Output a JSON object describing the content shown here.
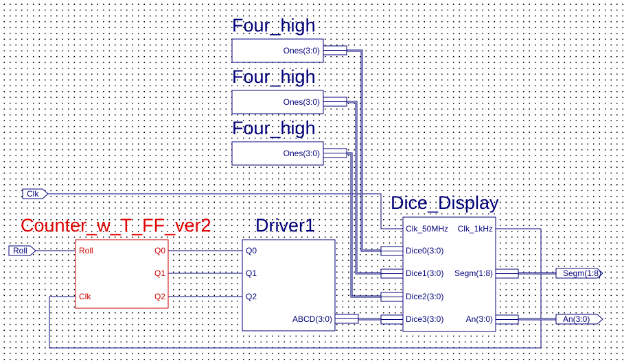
{
  "symbols": {
    "four_high_1": {
      "title": "Four_high",
      "out_pin": "Ones(3:0)"
    },
    "four_high_2": {
      "title": "Four_high",
      "out_pin": "Ones(3:0)"
    },
    "four_high_3": {
      "title": "Four_high",
      "out_pin": "Ones(3:0)"
    },
    "counter": {
      "title": "Counter_w_T_FF_ver2",
      "pins": {
        "roll": "Roll",
        "clk": "Clk",
        "q0": "Q0",
        "q1": "Q1",
        "q2": "Q2"
      }
    },
    "driver": {
      "title": "Driver1",
      "pins": {
        "q0": "Q0",
        "q1": "Q1",
        "q2": "Q2",
        "abcd": "ABCD(3:0)"
      }
    },
    "dice_display": {
      "title": "Dice_Display",
      "pins": {
        "clk50": "Clk_50MHz",
        "clk1k": "Clk_1kHz",
        "dice0": "Dice0(3:0)",
        "dice1": "Dice1(3:0)",
        "dice2": "Dice2(3:0)",
        "dice3": "Dice3(3:0)",
        "segm": "Segm(1:8)",
        "an": "An(3:0)"
      }
    }
  },
  "ports": {
    "clk": "Clk",
    "roll": "Roll",
    "segm": "Segm(1:8)",
    "an": "An(3:0)"
  },
  "colors": {
    "wire": "#00007a",
    "title": "#00007a",
    "counter": "#e10000",
    "grid_dot": "#000000",
    "background": "#ffffff"
  }
}
